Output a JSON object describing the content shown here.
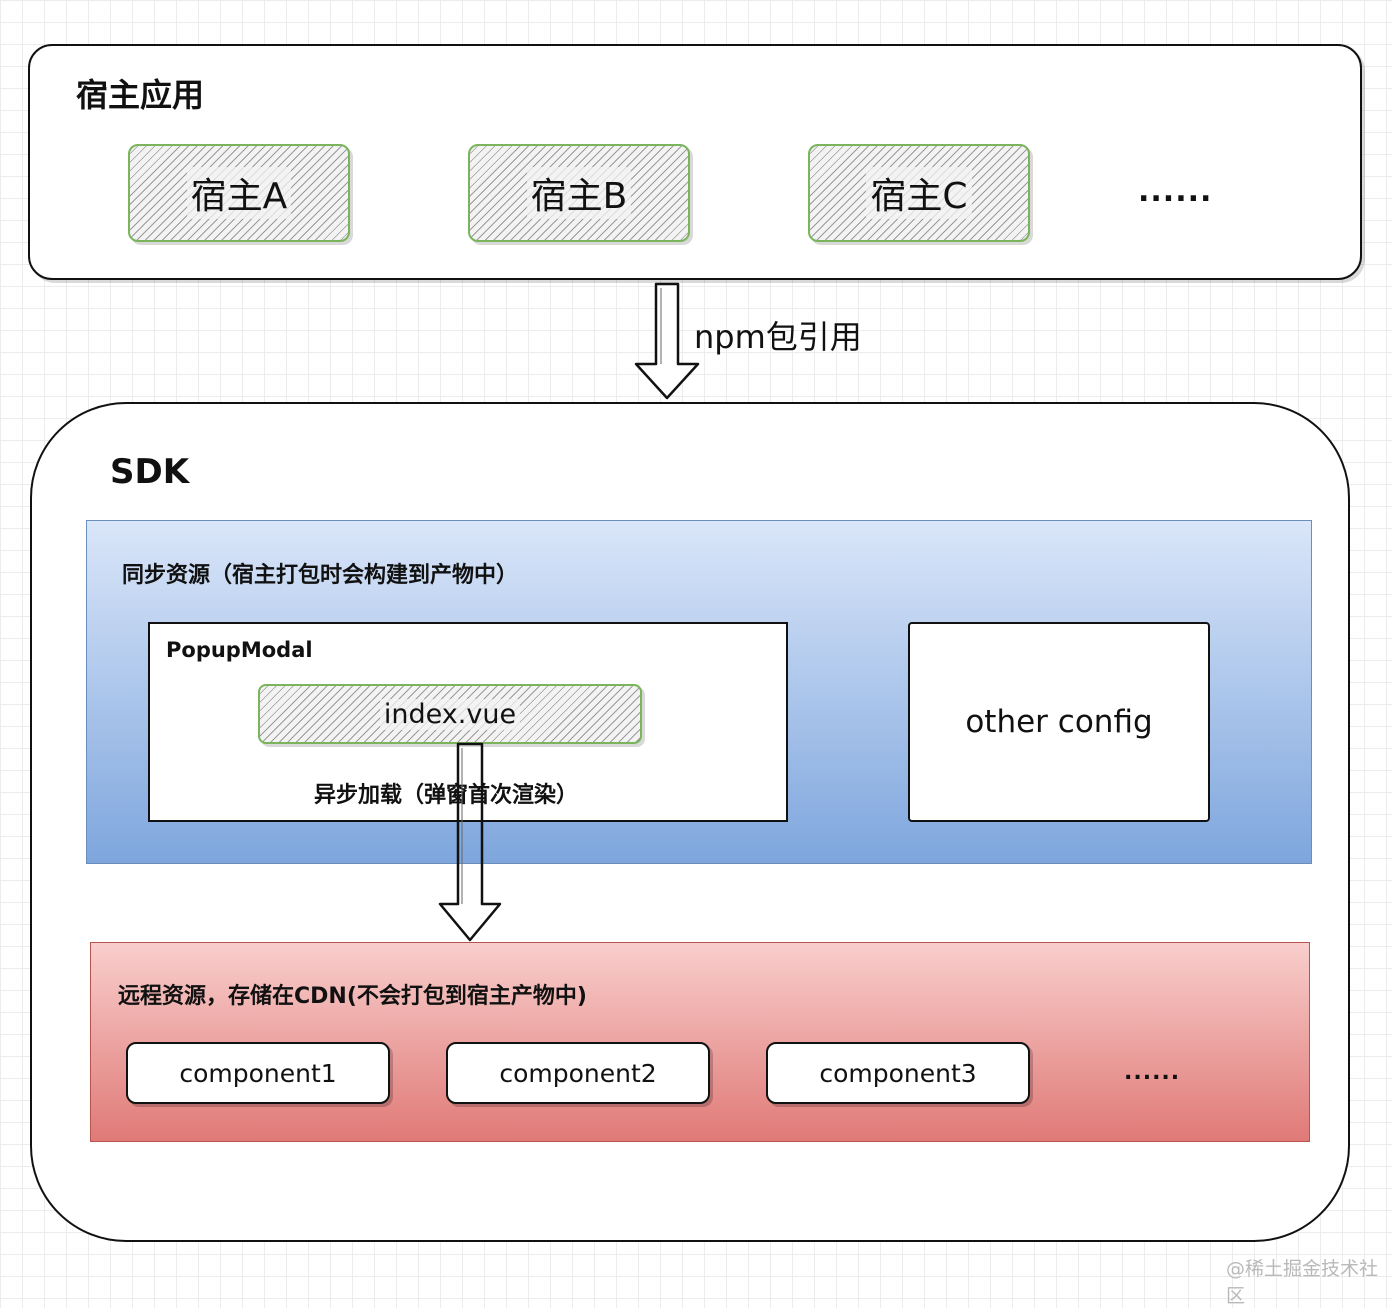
{
  "host_app": {
    "title": "宿主应用",
    "hosts": [
      "宿主A",
      "宿主B",
      "宿主C"
    ],
    "ellipsis": "......"
  },
  "arrow_npm": {
    "label": "npm包引用"
  },
  "sdk": {
    "title": "SDK",
    "sync": {
      "title": "同步资源（宿主打包时会构建到产物中）",
      "popup": {
        "title": "PopupModal",
        "file": "index.vue",
        "async_label": "异步加载（弹窗首次渲染）"
      },
      "other": "other config"
    },
    "remote": {
      "title": "远程资源，存储在CDN(不会打包到宿主产物中)",
      "components": [
        "component1",
        "component2",
        "component3"
      ],
      "ellipsis": "......"
    }
  },
  "watermark": "@稀土掘金技术社区",
  "colors": {
    "hatch_border": "#7ab55c",
    "sync_top": "#dae6f9",
    "sync_bottom": "#7ea6dd",
    "remote_top": "#f8cecc",
    "remote_bottom": "#e07a77"
  }
}
